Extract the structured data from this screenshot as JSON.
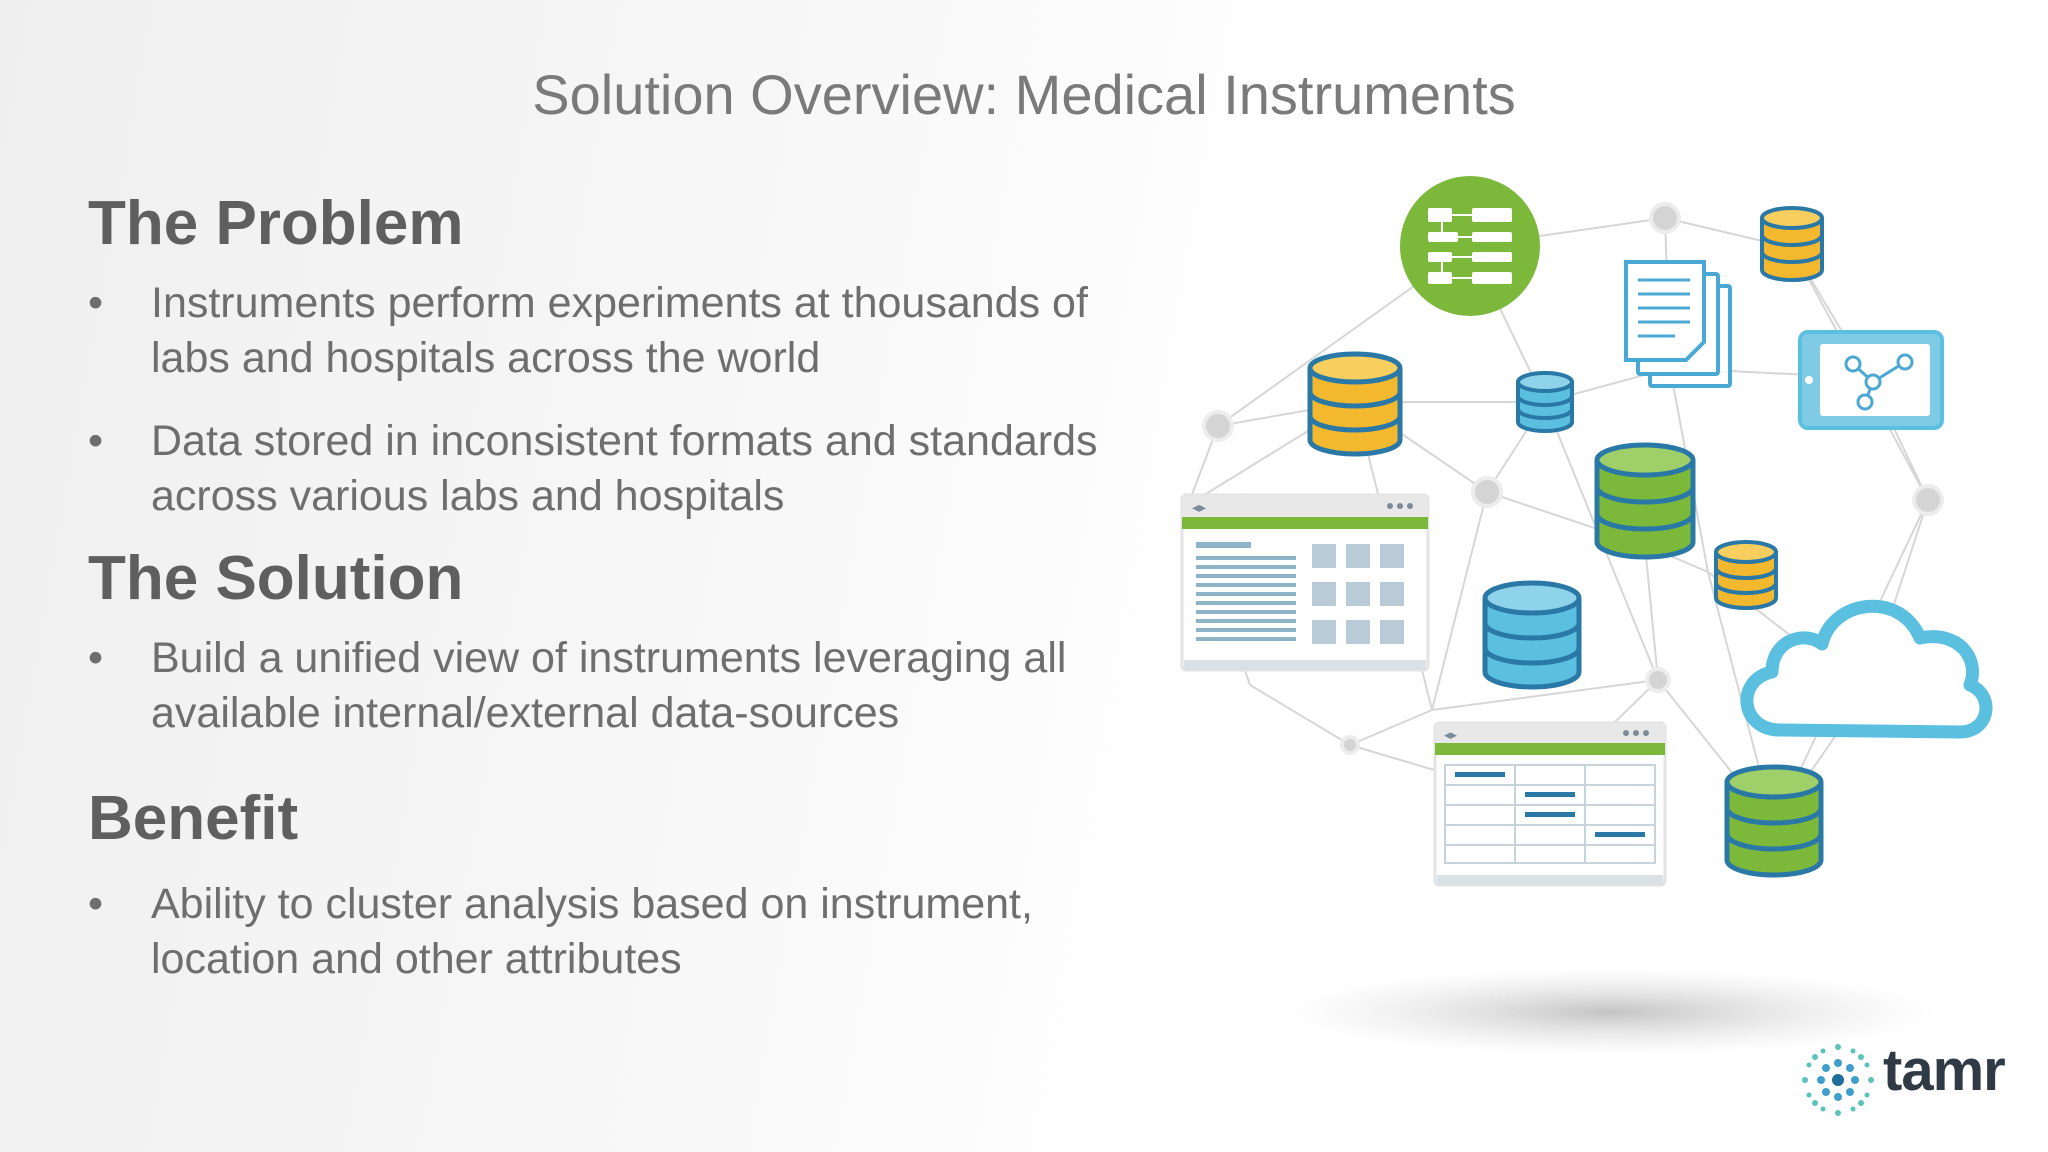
{
  "slide": {
    "title": "Solution Overview: Medical Instruments",
    "sections": [
      {
        "heading": "The Problem",
        "bullets": [
          "Instruments perform experiments at thousands of labs and hospitals across the world",
          "Data stored in inconsistent formats and standards across various labs and hospitals"
        ]
      },
      {
        "heading": "The Solution",
        "bullets": [
          "Build a unified view of instruments leveraging all available internal/external data-sources"
        ]
      },
      {
        "heading": "Benefit",
        "bullets": [
          "Ability to cluster analysis based on instrument, location and other attributes"
        ]
      }
    ],
    "bullet_symbol": "•",
    "logo_text": "tamr"
  },
  "colors": {
    "green": "#7cb83a",
    "yellow": "#f3b82e",
    "blue": "#5bbfe0",
    "outline": "#2a78a6",
    "gray_text": "#6e6e6e"
  }
}
